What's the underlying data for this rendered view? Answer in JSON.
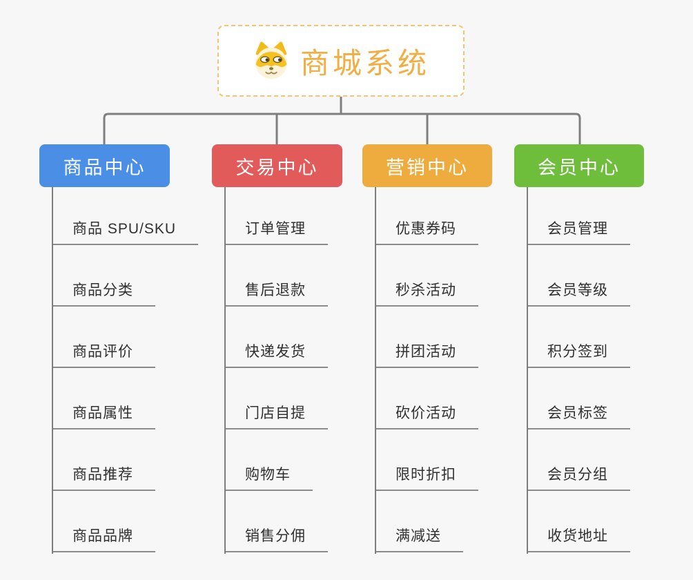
{
  "page": {
    "background_color": "#f7f7f7",
    "connector_color": "#7f7f7f",
    "underline_color": "#8a8a8a"
  },
  "root": {
    "title": "商城系统",
    "icon": "dog-face-icon",
    "text_color": "#f0ae44",
    "border_color": "#f4c473"
  },
  "branches": [
    {
      "label": "商品中心",
      "color": "#4a8fe5",
      "children": [
        "商品 SPU/SKU",
        "商品分类",
        "商品评价",
        "商品属性",
        "商品推荐",
        "商品品牌"
      ]
    },
    {
      "label": "交易中心",
      "color": "#e25b5b",
      "children": [
        "订单管理",
        "售后退款",
        "快递发货",
        "门店自提",
        "购物车",
        "销售分佣"
      ]
    },
    {
      "label": "营销中心",
      "color": "#efac3e",
      "children": [
        "优惠券码",
        "秒杀活动",
        "拼团活动",
        "砍价活动",
        "限时折扣",
        "满减送"
      ]
    },
    {
      "label": "会员中心",
      "color": "#6ebe3c",
      "children": [
        "会员管理",
        "会员等级",
        "积分签到",
        "会员标签",
        "会员分组",
        "收货地址"
      ]
    }
  ]
}
